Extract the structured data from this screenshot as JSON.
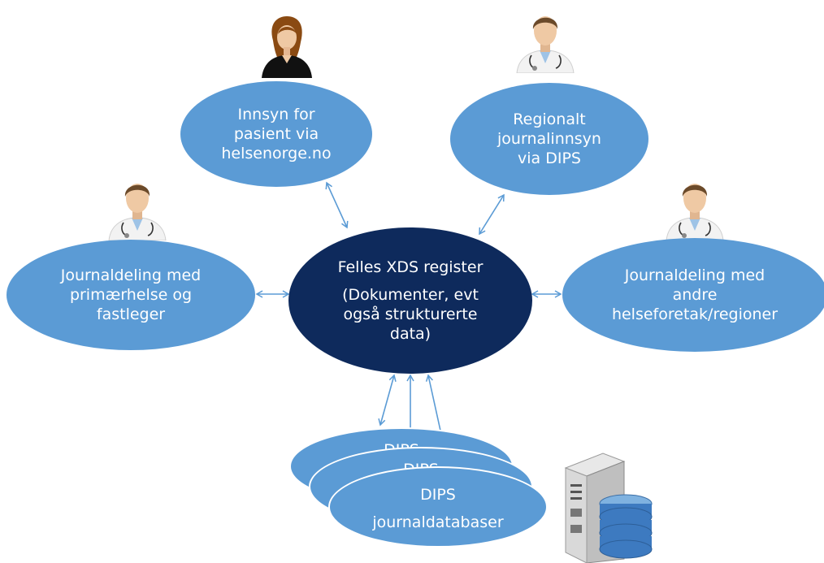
{
  "diagram": {
    "center": {
      "lines": [
        "Felles XDS register",
        "(Dokumenter,  evt",
        "også strukturerte",
        "data)"
      ]
    },
    "patient_access": {
      "lines": [
        "Innsyn for",
        "pasient via",
        "helsenorge.no"
      ]
    },
    "regional_access": {
      "lines": [
        "Regionalt",
        "journalinnsyn",
        "via DIPS"
      ]
    },
    "primary_sharing": {
      "lines": [
        "Journaldeling med",
        "primærhelse og",
        "fastleger"
      ]
    },
    "other_sharing": {
      "lines": [
        "Journaldeling med",
        "andre",
        "helseforetak/regioner"
      ]
    },
    "databases": {
      "back_label": "DIPS",
      "middle_label": "DIPS",
      "front_lines": [
        "DIPS",
        "journaldatabaser"
      ]
    }
  },
  "icons": {
    "patient": "female-patient-icon",
    "doctor": "doctor-icon",
    "server": "server-database-icon"
  },
  "colors": {
    "light_node": "#5b9bd5",
    "center_node": "#0e2a5c",
    "arrow": "#5b9bd5",
    "text": "#ffffff"
  }
}
